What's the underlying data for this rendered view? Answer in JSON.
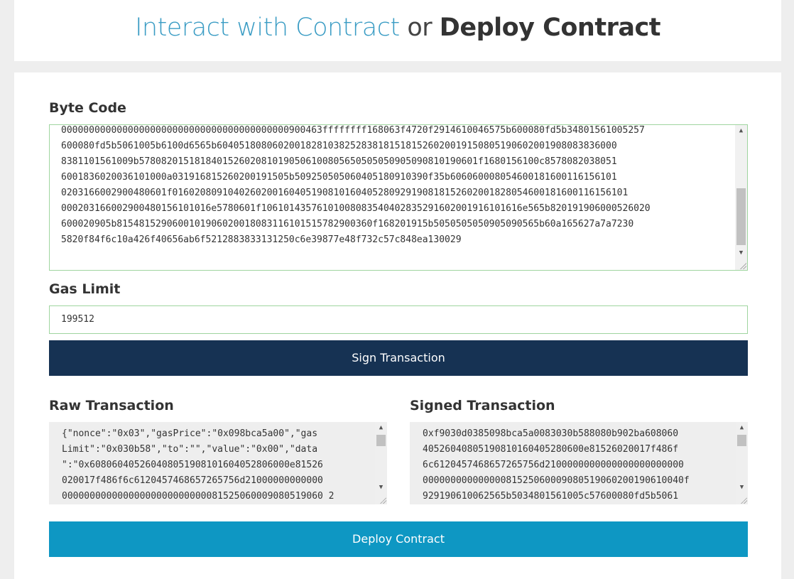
{
  "header": {
    "link_text": "Interact with Contract",
    "or_text": "or",
    "active_text": "Deploy Contract"
  },
  "bytecode": {
    "label": "Byte Code",
    "value": "00000000000000000000000000000000000000000900463ffffffff168063f4720f2914610046575b600080fd5b34801561005257\n600080fd5b5061005b6100d6565b604051808060200182810382528381815181526020019150805190602001908083836000\n8381101561009b5780820151818401526020810190506100805650505050905090810190601f1680156100c8578082038051\n6001836020036101000a031916815260200191505b509250505060405180910390f35b606060008054600181600116156101\n0203166002900480601f0160208091040260200160405190810160405280929190818152602001828054600181600116156101\n000203166002900480156101016e5780601f10610143576101008083540402835291602001916101616e565b820191906000526020\n600020905b8154815290600101906020018083116101515782900360f168201915b5050505050905090565b60a165627a7a7230\n5820f84f6c10a426f40656ab6f5212883833131250c6e39877e48f732c57c848ea130029"
  },
  "gas": {
    "label": "Gas Limit",
    "value": "199512"
  },
  "sign_button": "Sign Transaction",
  "raw_tx": {
    "label": "Raw Transaction",
    "value": "{\"nonce\":\"0x03\",\"gasPrice\":\"0x098bca5a00\",\"gas\nLimit\":\"0x030b58\",\"to\":\"\",\"value\":\"0x00\",\"data\n\":\"0x608060405260408051908101604052806000e81526\n020017f486f6c6120457468657265756d21000000000000\n00000000000000000000000000081525060009080519060 2"
  },
  "signed_tx": {
    "label": "Signed Transaction",
    "value": "0xf9030d0385098bca5a0083030b588080b902ba608060\n40526040805190810160405280600e81526020017f486f\n6c6120457468657265756d2100000000000000000000000\n00000000000000081525060009080519060200190610040f\n929190610062565b5034801561005c57600080fd5b5061"
  },
  "deploy_button": "Deploy Contract"
}
